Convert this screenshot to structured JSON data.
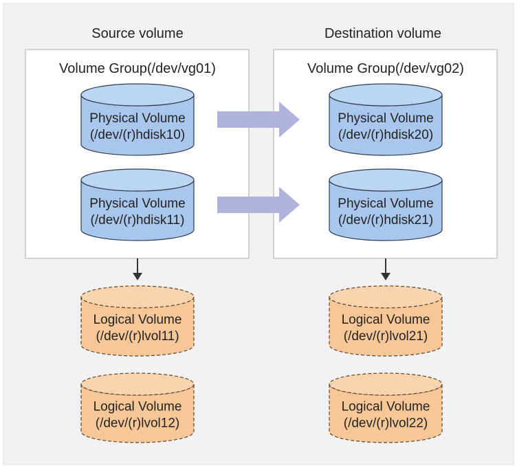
{
  "colors": {
    "background": "#f2f2f2",
    "group_box": "#ffffff",
    "group_border": "#c4c4c4",
    "physical_fill": "#a9c7ec",
    "physical_top": "#bcd5f3",
    "physical_stroke": "#2f3b4c",
    "logical_fill": "#f7c797",
    "logical_top": "#f9d4ae",
    "logical_stroke": "#5a4630",
    "arrow_fill": "#b1b2dd",
    "connector": "#333333",
    "text": "#222222"
  },
  "source": {
    "title": "Source volume",
    "group": "Volume Group(/dev/vg01)",
    "physical_volumes": [
      {
        "name": "Physical Volume",
        "path": "(/dev/(r)hdisk10)"
      },
      {
        "name": "Physical Volume",
        "path": "(/dev/(r)hdisk11)"
      }
    ],
    "logical_volumes": [
      {
        "name": "Logical Volume",
        "path": "(/dev/(r)lvol11)"
      },
      {
        "name": "Logical Volume",
        "path": "(/dev/(r)lvol12)"
      }
    ]
  },
  "destination": {
    "title": "Destination volume",
    "group": "Volume Group(/dev/vg02)",
    "physical_volumes": [
      {
        "name": "Physical Volume",
        "path": "(/dev/(r)hdisk20)"
      },
      {
        "name": "Physical Volume",
        "path": "(/dev/(r)hdisk21)"
      }
    ],
    "logical_volumes": [
      {
        "name": "Logical Volume",
        "path": "(/dev/(r)lvol21)"
      },
      {
        "name": "Logical Volume",
        "path": "(/dev/(r)lvol22)"
      }
    ]
  }
}
